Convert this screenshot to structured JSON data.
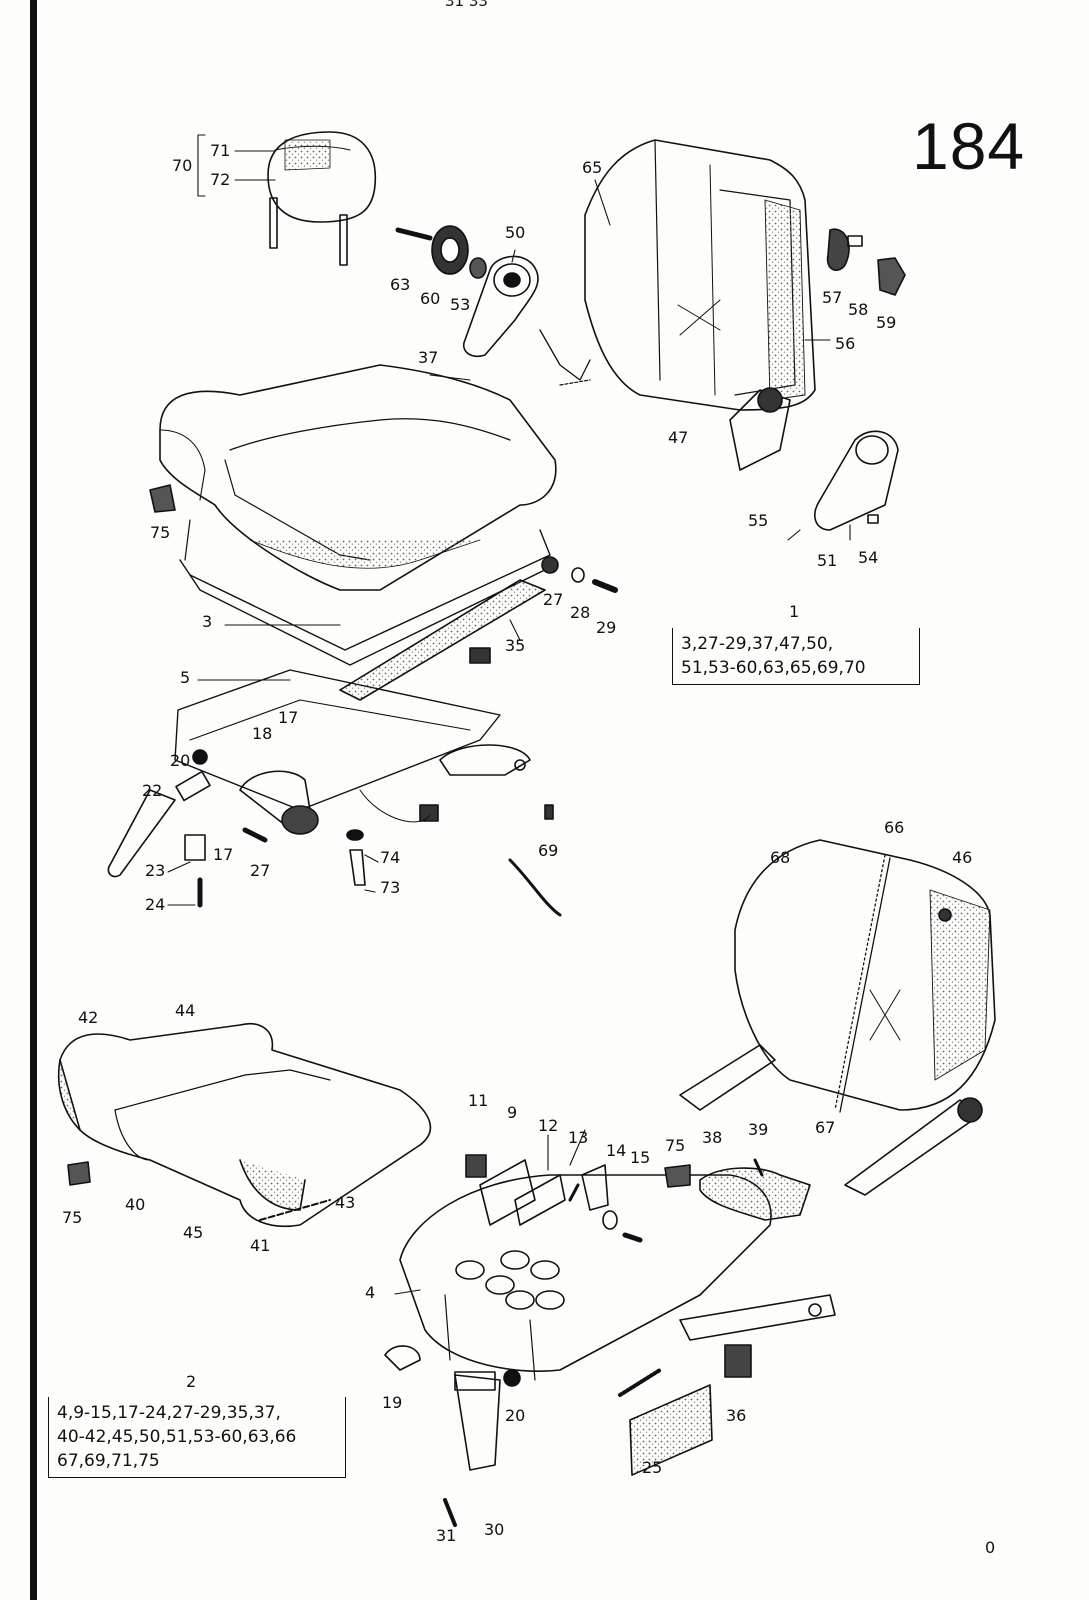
{
  "page_number": "184",
  "top_fragment": "31  33",
  "labels": [
    "71",
    "72",
    "70",
    "65",
    "63",
    "60",
    "53",
    "50",
    "57",
    "58",
    "59",
    "56",
    "37",
    "47",
    "75",
    "55",
    "51",
    "54",
    "27",
    "28",
    "29",
    "3",
    "35",
    "5",
    "17",
    "18",
    "20",
    "22",
    "23",
    "17",
    "24",
    "27",
    "74",
    "73",
    "69",
    "68",
    "66",
    "46",
    "67",
    "42",
    "44",
    "75",
    "40",
    "45",
    "41",
    "43",
    "11",
    "9",
    "12",
    "13",
    "14",
    "15",
    "75",
    "38",
    "39",
    "4",
    "19",
    "20",
    "25",
    "36",
    "31",
    "30"
  ],
  "kits": [
    {
      "number": "1",
      "lines": [
        "3,27-29,37,47,50,",
        "51,53-60,63,65,69,70"
      ]
    },
    {
      "number": "2",
      "lines": [
        "4,9-15,17-24,27-29,35,37,",
        "40-42,45,50,51,53-60,63,66",
        "67,69,71,75"
      ]
    }
  ],
  "stray_mark": "0",
  "colors": {
    "ink": "#111111",
    "paper": "#fdfdfb",
    "stipple": "#8a8a8a"
  }
}
